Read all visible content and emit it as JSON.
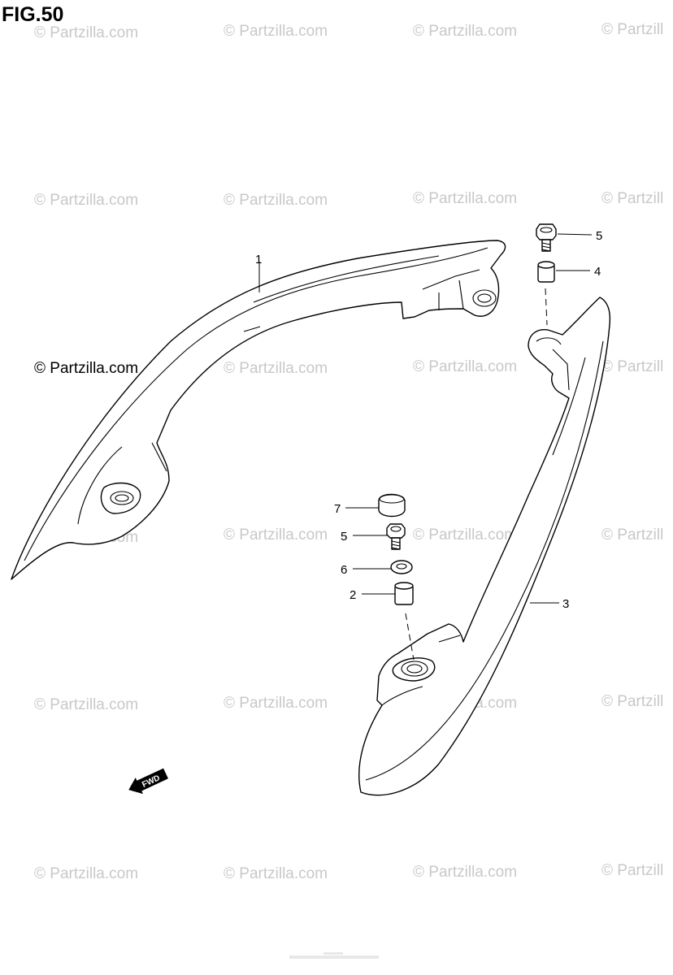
{
  "figure": {
    "title": "FIG.50"
  },
  "watermark": {
    "text": "© Partzilla.com",
    "text_clipped": "© Partzill"
  },
  "callouts": {
    "c1": "1",
    "c2": "2",
    "c3": "3",
    "c4": "4",
    "c5a": "5",
    "c5b": "5",
    "c6": "6",
    "c7": "7"
  },
  "fwd_label": "FWD"
}
